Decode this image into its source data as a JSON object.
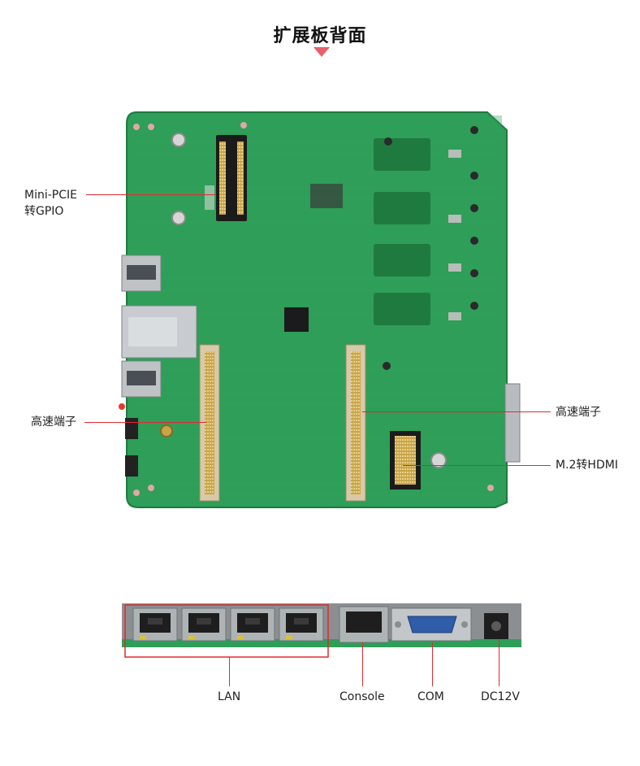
{
  "page": {
    "title": "扩展板背面"
  },
  "callouts": {
    "mini_pcie_line1": "Mini-PCIE",
    "mini_pcie_line2": "转GPIO",
    "highspeed_left": "高速端子",
    "highspeed_right": "高速端子",
    "m2_hdmi": "M.2转HDMI"
  },
  "ports": {
    "lan": "LAN",
    "console": "Console",
    "com": "COM",
    "dc12v": "DC12V"
  },
  "colors": {
    "pcb": "#2e9e58",
    "pcb_dark": "#1f7a40",
    "leader": "#e02a30",
    "accent": "#e8606a"
  }
}
